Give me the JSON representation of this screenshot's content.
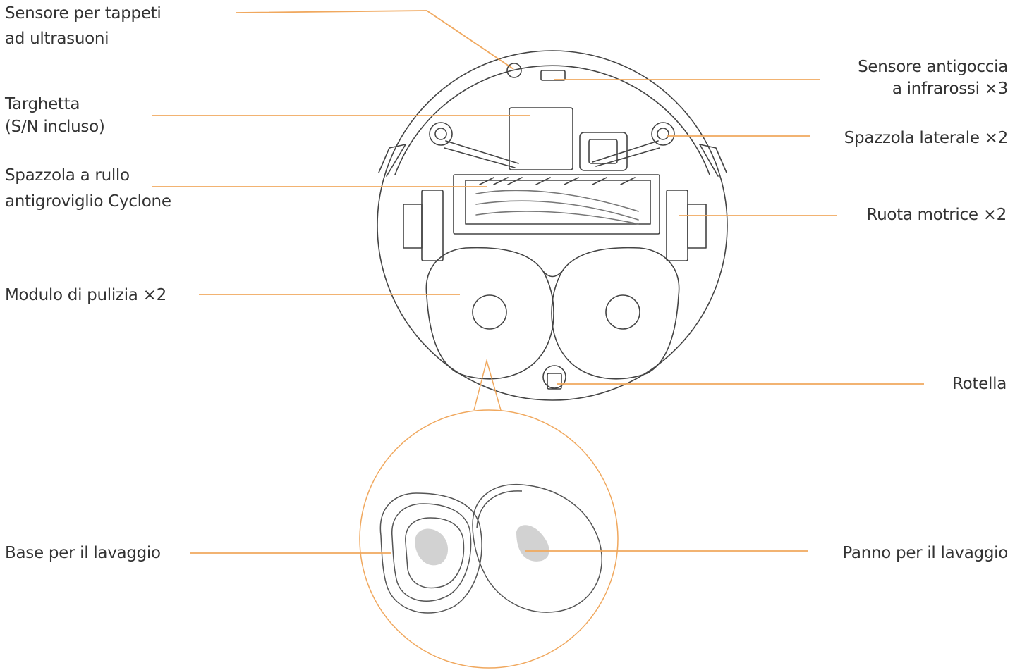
{
  "colors": {
    "leader": "#f0a85e",
    "outline": "#444444",
    "pad": "#d2d2d2",
    "text": "#333333"
  },
  "labels": {
    "carpet_sensor": [
      "Sensore per tappeti",
      "ad ultrasuoni"
    ],
    "nameplate": [
      "Targhetta",
      "(S/N incluso)"
    ],
    "roller_brush": [
      "Spazzola a rullo",
      "antigroviglio Cyclone"
    ],
    "cleaning_module": [
      "Modulo di pulizia ×2"
    ],
    "washing_base": [
      "Base per il lavaggio"
    ],
    "cliff_sensor": [
      "Sensore antigoccia",
      "a infrarossi ×3"
    ],
    "side_brush": [
      "Spazzola laterale ×2"
    ],
    "drive_wheel": [
      "Ruota motrice ×2"
    ],
    "caster": [
      "Rotella"
    ],
    "washing_cloth": [
      "Panno per il lavaggio"
    ]
  }
}
